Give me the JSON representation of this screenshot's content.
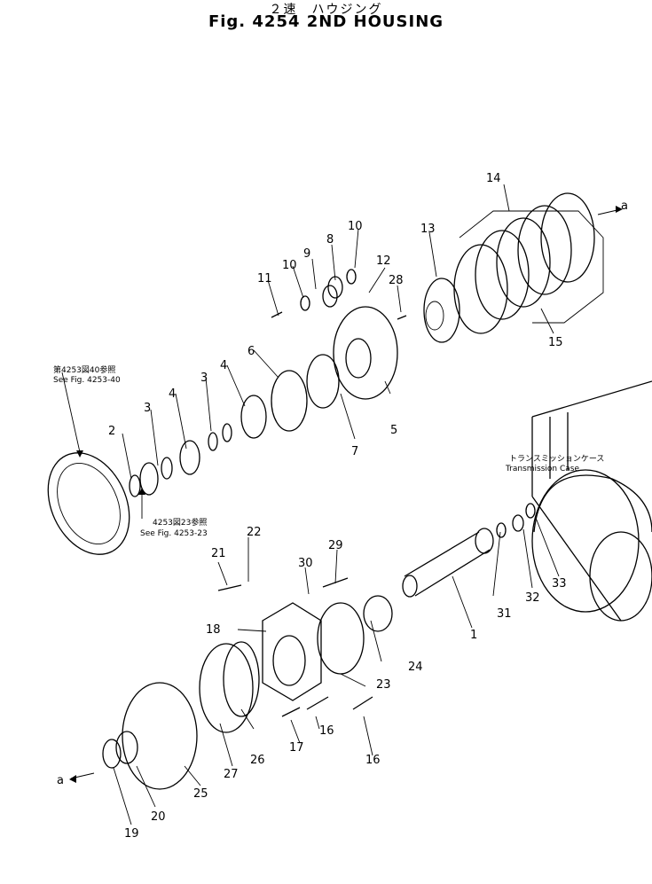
{
  "title_jp": "２速　ハウジング",
  "title": "Fig. 4254 2ND HOUSING",
  "notes": {
    "see_4253_40_jp": "第4253図40参照",
    "see_4253_40": "See Fig. 4253-40",
    "see_4253_23_jp": "4253図23参照",
    "see_4253_23": "See Fig. 4253-23",
    "transmission_jp": "トランスミッションケース",
    "transmission": "Transmission Case",
    "arrow_a_top": "a",
    "arrow_a_bottom": "a"
  },
  "callouts": [
    "1",
    "2",
    "3",
    "3",
    "4",
    "4",
    "5",
    "6",
    "7",
    "8",
    "9",
    "10",
    "10",
    "11",
    "12",
    "13",
    "14",
    "15",
    "16",
    "16",
    "17",
    "18",
    "19",
    "20",
    "21",
    "22",
    "23",
    "24",
    "25",
    "26",
    "27",
    "28",
    "29",
    "30",
    "31",
    "32",
    "33"
  ]
}
